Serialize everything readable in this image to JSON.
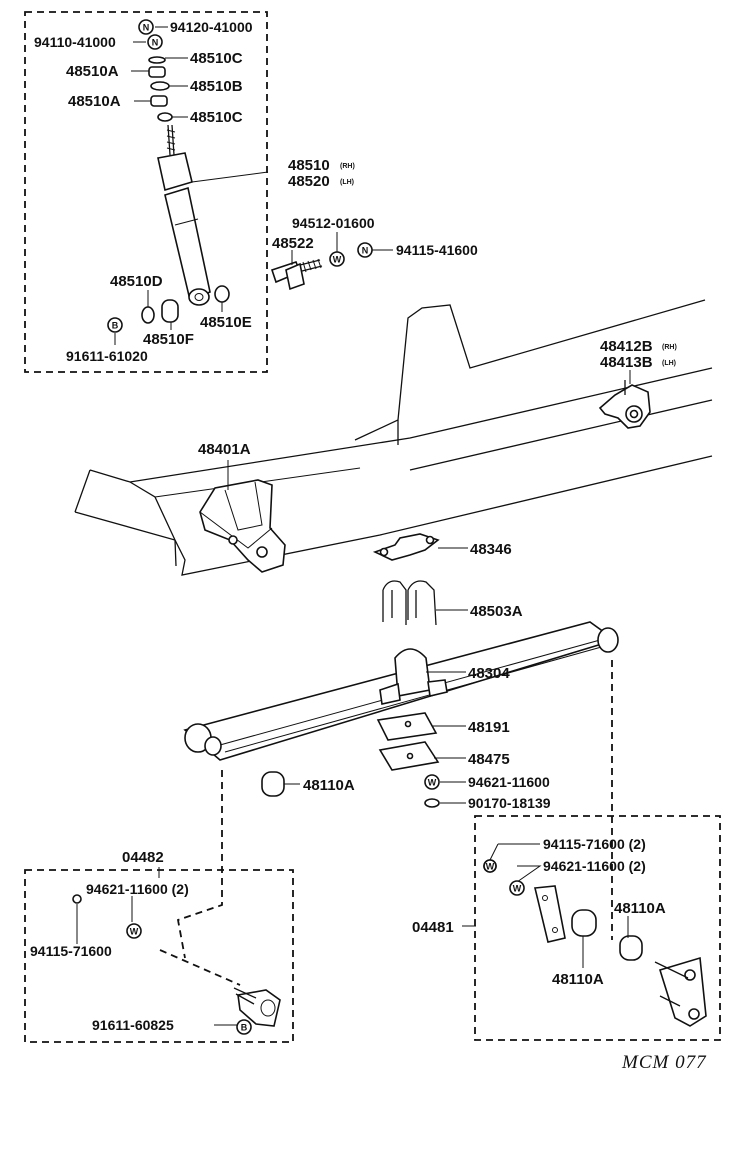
{
  "diagram": {
    "labels": {
      "p94120": "94120-41000",
      "p94110": "94110-41000",
      "p48510C_a": "48510C",
      "p48510A_a": "48510A",
      "p48510B": "48510B",
      "p48510A_b": "48510A",
      "p48510C_b": "48510C",
      "p48510": "48510",
      "p48520": "48520",
      "p94512": "94512-01600",
      "p48522": "48522",
      "p94115_41600": "94115-41600",
      "p48510D": "48510D",
      "p48510E": "48510E",
      "p48510F": "48510F",
      "p91611_61020": "91611-61020",
      "p48412B": "48412B",
      "p48413B": "48413B",
      "p48401A": "48401A",
      "p48346": "48346",
      "p48503A": "48503A",
      "p48304": "48304",
      "p48191": "48191",
      "p48475": "48475",
      "p94621_main": "94621-11600",
      "p90170": "90170-18139",
      "p48110A_main": "48110A",
      "p04482": "04482",
      "p94621_left": "94621-11600 (2)",
      "p94115_left": "94115-71600",
      "p91611_60825": "91611-60825",
      "p94115_right": "94115-71600 (2)",
      "p94621_right": "94621-11600 (2)",
      "p04481": "04481",
      "p48110A_r1": "48110A",
      "p48110A_r2": "48110A"
    },
    "side_marks": {
      "rh_a": "(RH)",
      "lh_a": "(LH)",
      "rh_b": "(RH)",
      "lh_b": "(LH)"
    },
    "circle_letters": {
      "n1": "N",
      "n2": "N",
      "n3": "N",
      "w1": "W",
      "w2": "W",
      "w3": "W",
      "w4": "W",
      "w5": "W",
      "b1": "B",
      "b2": "B"
    },
    "drawing_code": "MCM 077"
  }
}
